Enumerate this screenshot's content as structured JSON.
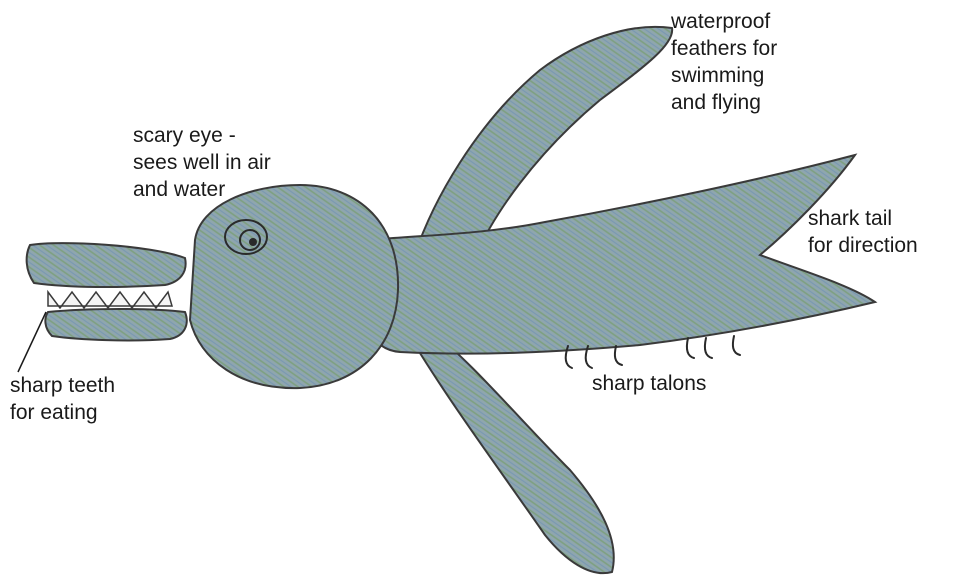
{
  "colors": {
    "body_fill": "#8fa6ae",
    "green_shade": "#6e9a5a",
    "blue_shade": "#5f86b6",
    "outline": "#3a3a3a",
    "teeth": "#f4f4f4"
  },
  "labels": {
    "eye": [
      "scary eye -",
      "sees well in air",
      "and water"
    ],
    "feathers": [
      "waterproof",
      "feathers for",
      "swimming",
      "and flying"
    ],
    "tail": [
      "shark tail",
      "for direction"
    ],
    "teeth": [
      "sharp teeth",
      "for eating"
    ],
    "talons": [
      "sharp talons"
    ]
  }
}
